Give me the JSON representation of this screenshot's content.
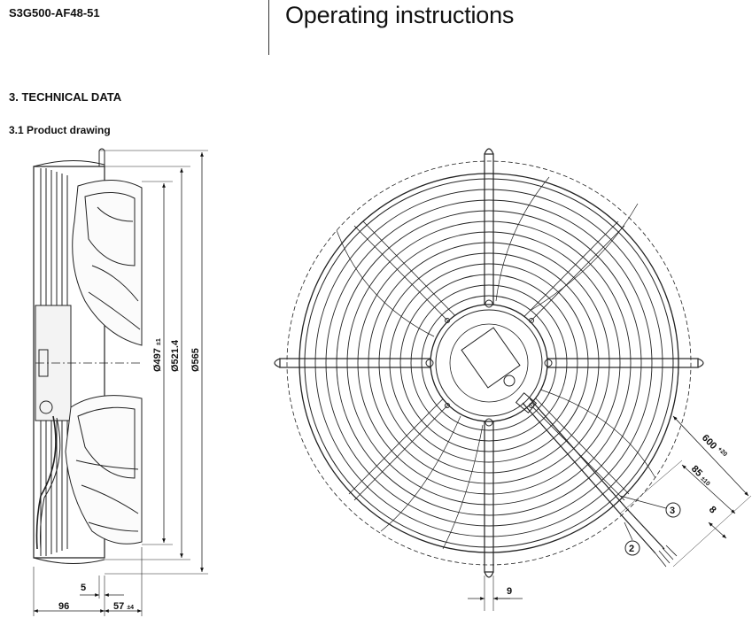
{
  "header": {
    "model": "S3G500-AF48-51",
    "title": "Operating instructions"
  },
  "section": {
    "heading": "3. TECHNICAL DATA",
    "subheading": "3.1 Product drawing"
  },
  "drawing": {
    "side_view": {
      "dims": {
        "d1": "Ø497",
        "d1_tol": "±1",
        "d2": "Ø521.4",
        "d3": "Ø565",
        "w5": "5",
        "w96": "96",
        "w57": "57",
        "w57_tol": "±4"
      }
    },
    "front_view": {
      "dims": {
        "cable": "600",
        "cable_tol": "+20",
        "strip": "85",
        "strip_tol": "±10",
        "end": "8",
        "gap": "9"
      },
      "callouts": [
        "2",
        "3"
      ]
    }
  }
}
